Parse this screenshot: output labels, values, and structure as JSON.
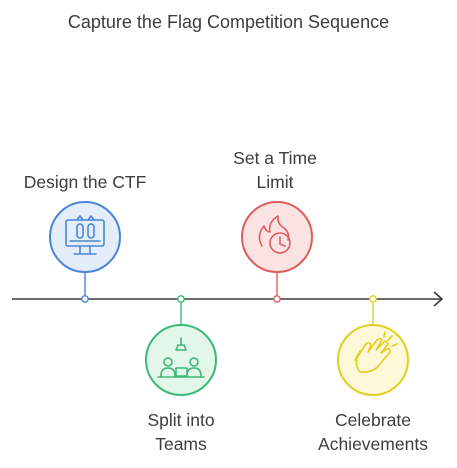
{
  "title": "Capture the Flag Competition Sequence",
  "steps": [
    {
      "label_lines": [
        "Design the CTF"
      ],
      "icon": "computer-blueprint-icon",
      "color": "#4a86d8",
      "fill": "#e4eefb",
      "position": "above"
    },
    {
      "label_lines": [
        "Split into",
        "Teams"
      ],
      "icon": "team-meeting-icon",
      "color": "#3cb878",
      "fill": "#e2f6ea",
      "position": "below"
    },
    {
      "label_lines": [
        "Set a Time",
        "Limit"
      ],
      "icon": "fire-clock-icon",
      "color": "#e05d5d",
      "fill": "#fbe3e3",
      "position": "above"
    },
    {
      "label_lines": [
        "Celebrate",
        "Achievements"
      ],
      "icon": "clapping-hands-icon",
      "color": "#e3cf1f",
      "fill": "#fcf8d8",
      "position": "below"
    }
  ],
  "axis_color": "#3d3d3d"
}
